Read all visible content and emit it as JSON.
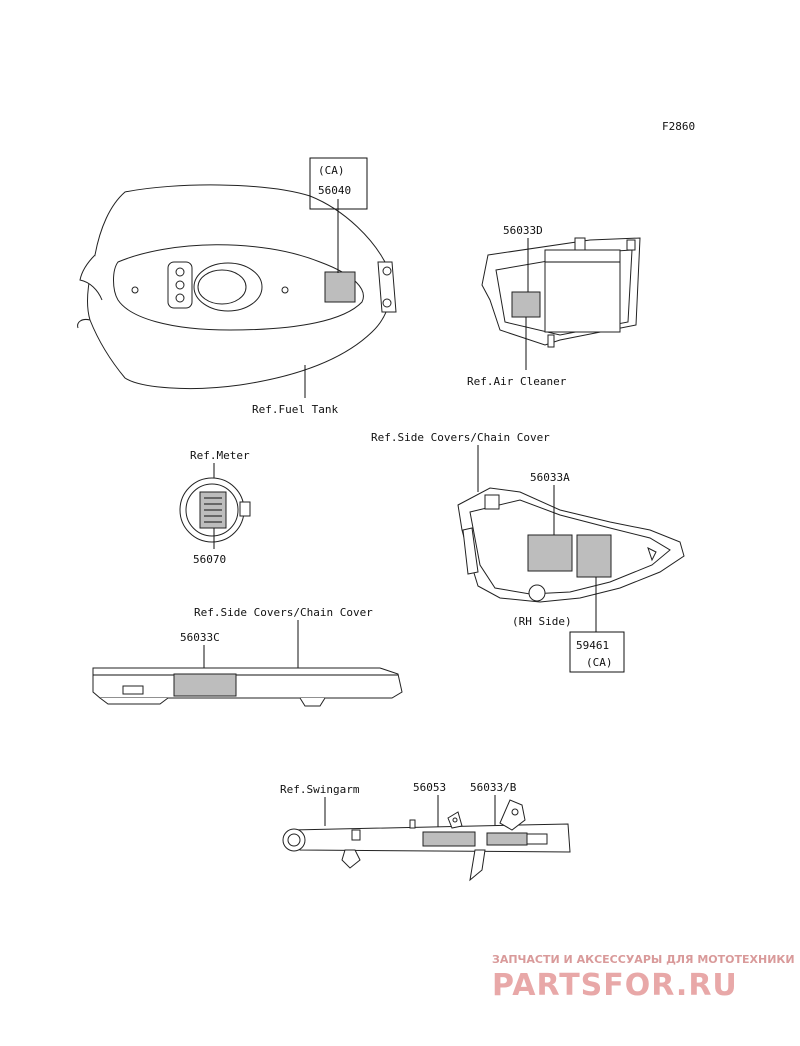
{
  "figure_code": "F2860",
  "callouts": {
    "tank_label_top": "(CA)",
    "tank_label_num": "56040",
    "tank_ref": "Ref.Fuel Tank",
    "air_num": "56033D",
    "air_ref": "Ref.Air Cleaner",
    "meter_ref": "Ref.Meter",
    "meter_num": "56070",
    "side_ref": "Ref.Side Covers/Chain Cover",
    "side_num": "56033A",
    "side_note": "(RH Side)",
    "side_box_num": "59461",
    "side_box_note": "(CA)",
    "chain_ref": "Ref.Side Covers/Chain Cover",
    "chain_num": "56033C",
    "swing_ref": "Ref.Swingarm",
    "swing_num1": "56053",
    "swing_num2": "56033/B"
  },
  "watermark": {
    "subtitle": "ЗАПЧАСТИ И АКСЕССУАРЫ ДЛЯ МОТОТЕХНИКИ",
    "brand": "PARTSFOR.RU",
    "color": "#e8a8a8"
  }
}
